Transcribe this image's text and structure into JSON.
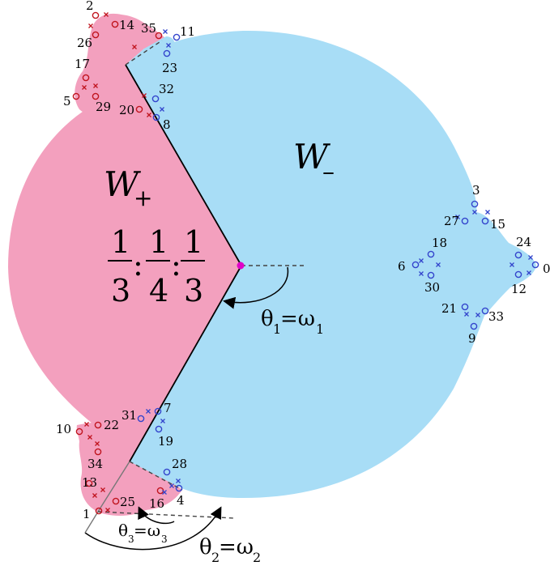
{
  "colors": {
    "pink": "#F3A0BE",
    "blue": "#A8DDF6",
    "red_marker": "#C0141E",
    "blue_marker": "#3344CC",
    "center_point": "#E000C8",
    "line": "#000000",
    "dashed": "#555555"
  },
  "region_labels": {
    "w_plus": "W",
    "w_plus_sub": "+",
    "w_minus": "W",
    "w_minus_sub": "–"
  },
  "ratio": {
    "frac1_num": "1",
    "frac1_den": "3",
    "colon1": ":",
    "frac2_num": "1",
    "frac2_den": "4",
    "colon2": ":",
    "frac3_num": "1",
    "frac3_den": "3"
  },
  "angles": {
    "theta1": "θ",
    "theta1_sub": "1",
    "theta1_eq": "=ω",
    "theta1_sub2": "1",
    "theta2": "θ",
    "theta2_sub": "2",
    "theta2_eq": "=ω",
    "theta2_sub2": "2",
    "theta3": "θ",
    "theta3_sub": "3",
    "theta3_eq": "=ω",
    "theta3_sub2": "3"
  },
  "point_labels": {
    "p0": "0",
    "p1": "1",
    "p2": "2",
    "p3": "3",
    "p4": "4",
    "p5": "5",
    "p6": "6",
    "p7": "7",
    "p8": "8",
    "p9": "9",
    "p10": "10",
    "p11": "11",
    "p12": "12",
    "p13": "13",
    "p14": "14",
    "p15": "15",
    "p16": "16",
    "p17": "17",
    "p18": "18",
    "p19": "19",
    "p20": "20",
    "p21": "21",
    "p22": "22",
    "p23": "23",
    "p24": "24",
    "p25": "25",
    "p26": "26",
    "p27": "27",
    "p28": "28",
    "p29": "29",
    "p30": "30",
    "p31": "31",
    "p32": "32",
    "p33": "33",
    "p34": "34",
    "p35": "35"
  }
}
